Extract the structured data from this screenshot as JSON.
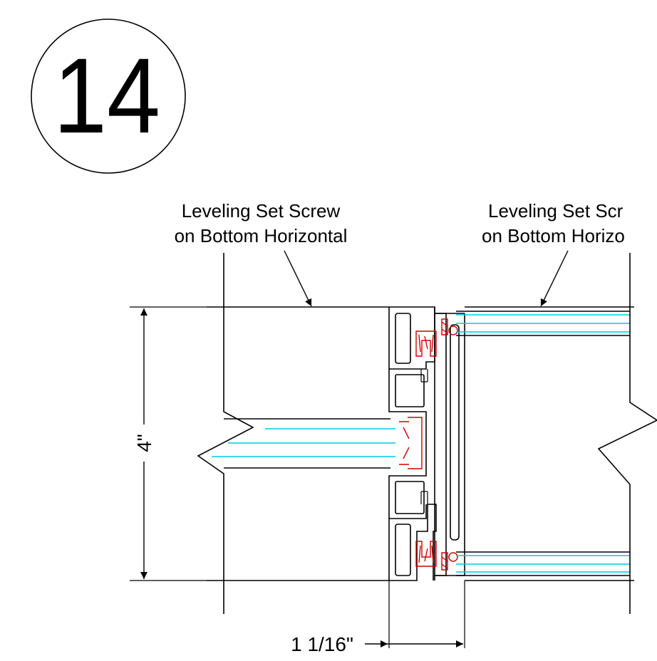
{
  "detail": {
    "number": "14"
  },
  "callouts": {
    "left": {
      "line1": "Leveling Set Screw",
      "line2": "on Bottom Horizontal"
    },
    "right": {
      "line1": "Leveling Set Scr",
      "line2": "on Bottom Horizo"
    }
  },
  "dimensions": {
    "height": "4\"",
    "width": "1 1/16\""
  },
  "colors": {
    "line": "#000000",
    "gasket": "#d10000",
    "glass": "#00c8e6"
  }
}
